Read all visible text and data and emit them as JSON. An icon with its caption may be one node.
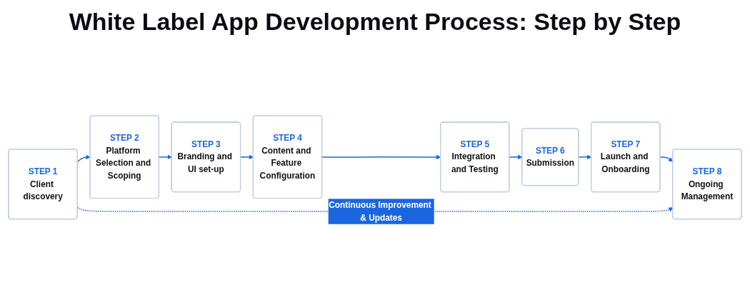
{
  "diagram": {
    "title": "White Label App Development Process: Step by Step",
    "nodes": [
      {
        "text": [
          "STEP 1",
          "Client discovery"
        ]
      },
      {
        "text": [
          "STEP 2",
          "Platform Selection and Scoping"
        ]
      },
      {
        "text": [
          "STEP 3",
          "Branding and UI set-up"
        ]
      },
      {
        "text": [
          "STEP 4",
          "Content and Feature Configuration"
        ]
      },
      {
        "text": [
          "STEP 5",
          "Integration and Testing"
        ]
      },
      {
        "text": [
          "STEP 6",
          "Submission"
        ]
      },
      {
        "text": [
          "STEP 7",
          "Launch and Onboarding"
        ]
      },
      {
        "text": [
          "STEP 8",
          "Ongoing Management"
        ]
      }
    ],
    "edges": [
      {
        "from": 0,
        "to": 1,
        "arrow": "to"
      },
      {
        "from": 1,
        "to": 2,
        "arrow": "to"
      },
      {
        "from": 2,
        "to": 3,
        "arrow": "to"
      },
      {
        "from": 3,
        "to": 4,
        "arrow": "to"
      },
      {
        "from": 4,
        "to": 5,
        "arrow": "to"
      },
      {
        "from": 5,
        "to": 6,
        "arrow": "to"
      },
      {
        "from": 6,
        "to": 7,
        "arrow": "to"
      },
      {
        "from": 0,
        "to": 7,
        "arrow": "to",
        "label": "Continuous Improvement & Updates",
        "style": "dashed"
      }
    ]
  }
}
